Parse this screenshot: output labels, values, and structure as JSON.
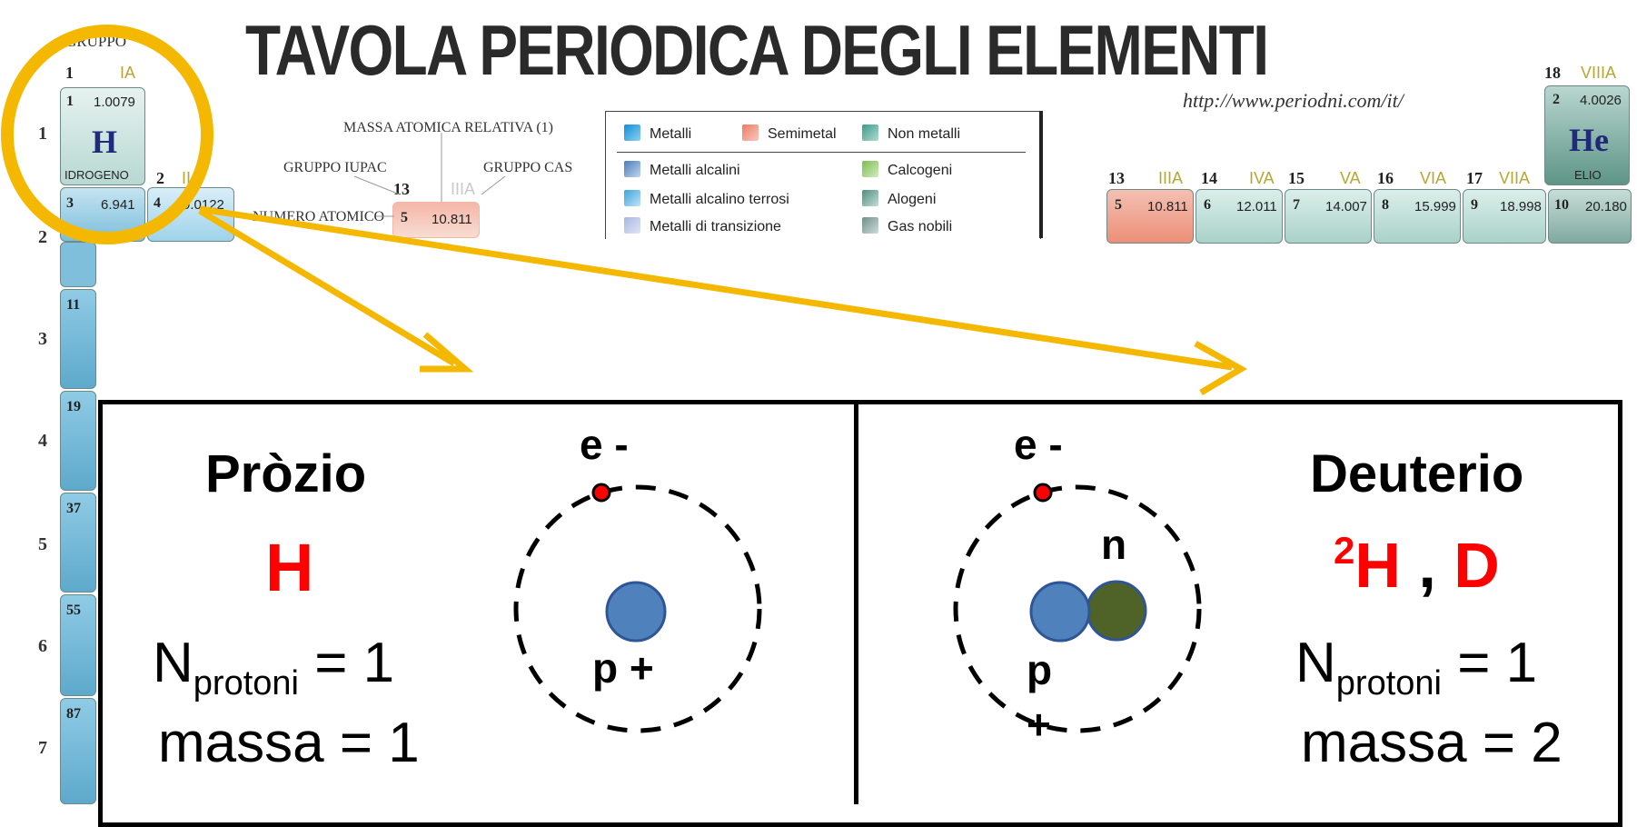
{
  "header": {
    "title": "TAVOLA PERIODICA DEGLI ELEMENTI",
    "url": "http://www.periodni.com/it/",
    "gruppo_label": "GRUPPO"
  },
  "key": {
    "massa_label": "MASSA ATOMICA RELATIVA (1)",
    "gruppo_iupac": "GRUPPO IUPAC",
    "gruppo_cas": "GRUPPO CAS",
    "numero_atomico": "NUMERO ATOMICO",
    "example_group_num": "13",
    "example_group_cas": "IIIA",
    "example_number": "5",
    "example_mass": "10.811"
  },
  "legend": {
    "top": [
      "Metalli",
      "Semimetal",
      "Non metalli"
    ],
    "left": [
      "Metalli alcalini",
      "Metalli alcalino terrosi",
      "Metalli di transizione"
    ],
    "right": [
      "Calcogeni",
      "Alogeni",
      "Gas nobili"
    ]
  },
  "groups": [
    {
      "num": "1",
      "cas": "IA"
    },
    {
      "num": "2",
      "cas": "IIA"
    },
    {
      "num": "13",
      "cas": "IIIA"
    },
    {
      "num": "14",
      "cas": "IVA"
    },
    {
      "num": "15",
      "cas": "VA"
    },
    {
      "num": "16",
      "cas": "VIA"
    },
    {
      "num": "17",
      "cas": "VIIA"
    },
    {
      "num": "18",
      "cas": "VIIIA"
    }
  ],
  "periods": [
    "1",
    "2",
    "3",
    "4",
    "5",
    "6",
    "7"
  ],
  "elements": {
    "h": {
      "number": "1",
      "mass": "1.0079",
      "symbol": "H",
      "name": "IDROGENO"
    },
    "he": {
      "number": "2",
      "mass": "4.0026",
      "symbol": "He",
      "name": "ELIO"
    },
    "li": {
      "number": "3",
      "mass": "6.941"
    },
    "be": {
      "number": "4",
      "mass": "9.0122"
    },
    "b": {
      "number": "5",
      "mass": "10.811"
    },
    "c": {
      "number": "6",
      "mass": "12.011"
    },
    "n": {
      "number": "7",
      "mass": "14.007"
    },
    "o": {
      "number": "8",
      "mass": "15.999"
    },
    "f": {
      "number": "9",
      "mass": "18.998"
    },
    "ne": {
      "number": "10",
      "mass": "20.180"
    }
  },
  "partial_numbers": [
    "11",
    "19",
    "37",
    "55",
    "87"
  ],
  "panels": {
    "left": {
      "name": "Pròzio",
      "symbol": "H",
      "protoni_label_n": "N",
      "protoni_sub": "protoni",
      "protoni_value": " = 1",
      "massa": "massa = 1",
      "electron": "e -",
      "proton": "p +"
    },
    "right": {
      "name": "Deuterio",
      "symbol_sup": "2",
      "symbol": "H",
      "separator": " , ",
      "symbol_alt": "D",
      "protoni_label_n": "N",
      "protoni_sub": "protoni",
      "protoni_value": " = 1",
      "massa": "massa = 2",
      "electron": "e -",
      "neutron": "n",
      "proton_p": "p",
      "proton_plus": "+"
    }
  },
  "colors": {
    "highlight": "#f5b800",
    "nonmetal_cell": "#9cc7bf",
    "metal_cell": "#8fc6e0",
    "semimetal_cell": "#f1aa98",
    "proton": "#4f81bd",
    "neutron": "#4f6228",
    "electron": "#ff0000",
    "emphasis_red": "#ff0000"
  }
}
